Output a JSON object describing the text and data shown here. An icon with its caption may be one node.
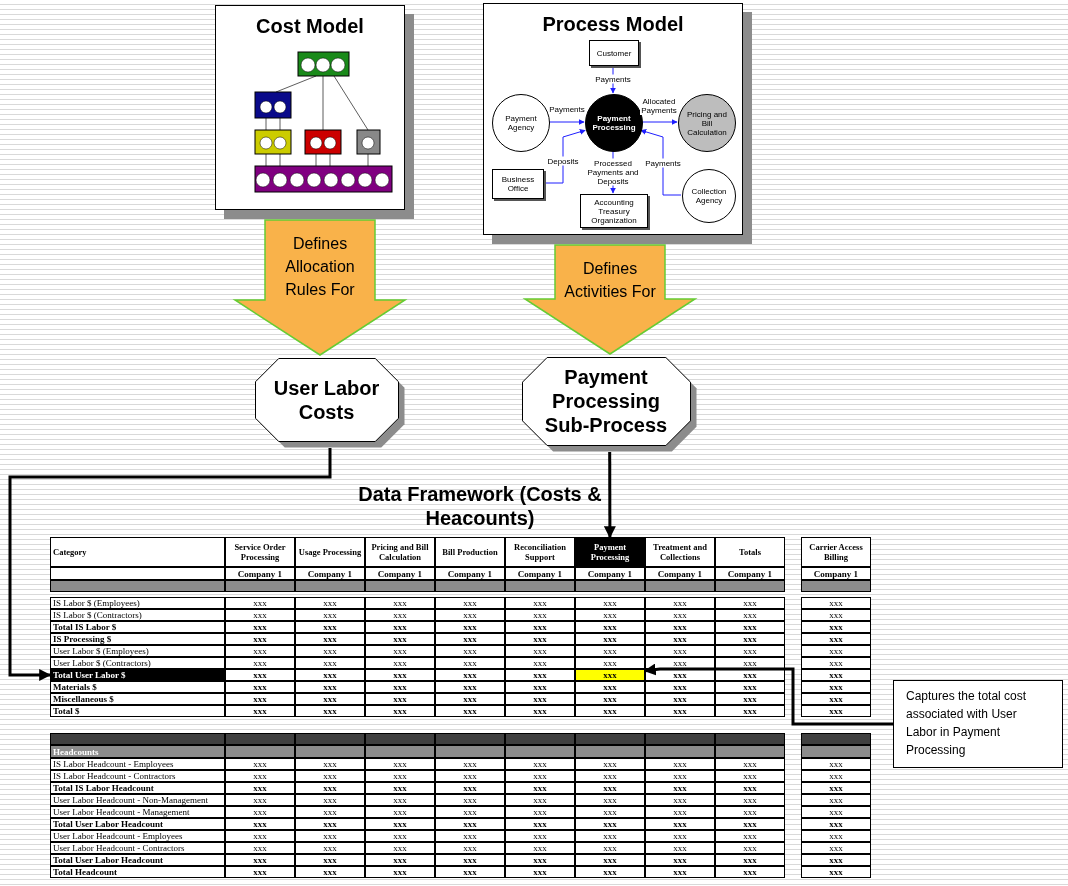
{
  "diagram": {
    "nodes": [
      {
        "text": [
          "Cost Model"
        ]
      },
      {
        "text": [
          "Process Model"
        ]
      },
      {
        "text": [
          "Customer"
        ],
        "in": 1
      },
      {
        "text": [
          "Payment Agency"
        ],
        "in": 1
      },
      {
        "text": [
          "Payment Processing"
        ],
        "in": 1
      },
      {
        "text": [
          "Pricing and Bill Calculation"
        ],
        "in": 1
      },
      {
        "text": [
          "Business Office"
        ],
        "in": 1
      },
      {
        "text": [
          "Accounting Treasury Organization"
        ],
        "in": 1
      },
      {
        "text": [
          "Collection Agency"
        ],
        "in": 1
      },
      {
        "text": [
          "User Labor Costs"
        ]
      },
      {
        "text": [
          "Payment Processing Sub-Process"
        ]
      },
      {
        "text": [
          "Total User Labor $"
        ]
      },
      {
        "text": [
          "Category"
        ]
      },
      {
        "text": [
          "Service Order Processing"
        ]
      },
      {
        "text": [
          "Usage Processing"
        ]
      },
      {
        "text": [
          "Pricing and Bill Calculation"
        ]
      },
      {
        "text": [
          "Bill Production"
        ]
      },
      {
        "text": [
          "Reconciliation Support"
        ]
      },
      {
        "text": [
          "Payment Processing"
        ]
      },
      {
        "text": [
          "Treatment and Collections"
        ]
      },
      {
        "text": [
          "Totals"
        ]
      },
      {
        "text": [
          "Carrier Access Billing"
        ]
      },
      {
        "text": [
          "xxx"
        ]
      },
      {
        "text": [
          "Captures the total cost associated with User Labor in Payment Processing"
        ]
      }
    ],
    "edges": [
      {
        "from": 2,
        "to": 4,
        "arrow": "to",
        "label": "Payments"
      },
      {
        "from": 3,
        "to": 4,
        "arrow": "to",
        "label": "Payments"
      },
      {
        "from": 4,
        "to": 5,
        "arrow": "to",
        "label": "Allocated Payments"
      },
      {
        "from": 6,
        "to": 4,
        "arrow": "to",
        "label": "Deposits"
      },
      {
        "from": 4,
        "to": 7,
        "arrow": "to",
        "label": "Processed Payments and Deposits"
      },
      {
        "from": 8,
        "to": 4,
        "arrow": "to",
        "label": "Payments"
      },
      {
        "from": 9,
        "to": 11,
        "arrow": "to",
        "style": "thick",
        "color": "#000000"
      },
      {
        "from": 10,
        "to": 18,
        "arrow": "to",
        "style": "thick",
        "color": "#000000"
      },
      {
        "from": 23,
        "to": 22,
        "arrow": "to",
        "style": "thick",
        "color": "#000000"
      },
      {
        "from": 0,
        "to": 9,
        "arrow": "to",
        "label": "Defines Allocation Rules For",
        "style": "thick",
        "color": "#f9b24a"
      },
      {
        "from": 1,
        "to": 10,
        "arrow": "to",
        "label": "Defines Activities For",
        "style": "thick",
        "color": "#f9b24a"
      }
    ],
    "labels": [
      "Data Framework (Costs & Heacounts)",
      "Company 1",
      "Company 1",
      "Company 1",
      "Company 1",
      "Company 1",
      "Company 1",
      "Company 1",
      "Company 1",
      "Company 1",
      "IS Labor $ (Employees)",
      "xxx",
      "xxx",
      "xxx",
      "xxx",
      "xxx",
      "xxx",
      "xxx",
      "xxx",
      "xxx",
      "IS Labor $ (Contractors)",
      "xxx",
      "xxx",
      "xxx",
      "xxx",
      "xxx",
      "xxx",
      "xxx",
      "xxx",
      "xxx",
      "Total IS Labor $",
      "xxx",
      "xxx",
      "xxx",
      "xxx",
      "xxx",
      "xxx",
      "xxx",
      "xxx",
      "xxx",
      "IS Processing $",
      "xxx",
      "xxx",
      "xxx",
      "xxx",
      "xxx",
      "xxx",
      "xxx",
      "xxx",
      "xxx",
      "User Labor $ (Employees)",
      "xxx",
      "xxx",
      "xxx",
      "xxx",
      "xxx",
      "xxx",
      "xxx",
      "xxx",
      "xxx",
      "User Labor $ (Contractors)",
      "xxx",
      "xxx",
      "xxx",
      "xxx",
      "xxx",
      "xxx",
      "xxx",
      "xxx",
      "xxx",
      "xxx",
      "xxx",
      "xxx",
      "xxx",
      "xxx",
      "xxx",
      "xxx",
      "xxx",
      "Materials $",
      "xxx",
      "xxx",
      "xxx",
      "xxx",
      "xxx",
      "xxx",
      "xxx",
      "xxx",
      "xxx",
      "Miscellaneous $",
      "xxx",
      "xxx",
      "xxx",
      "xxx",
      "xxx",
      "xxx",
      "xxx",
      "xxx",
      "xxx",
      "Total $",
      "xxx",
      "xxx",
      "xxx",
      "xxx",
      "xxx",
      "xxx",
      "xxx",
      "xxx",
      "xxx",
      "Headcounts",
      "IS Labor Headcount - Employees",
      "xxx",
      "xxx",
      "xxx",
      "xxx",
      "xxx",
      "xxx",
      "xxx",
      "xxx",
      "xxx",
      "IS Labor Headcount - Contractors",
      "xxx",
      "xxx",
      "xxx",
      "xxx",
      "xxx",
      "xxx",
      "xxx",
      "xxx",
      "xxx",
      "Total IS Labor Headcount",
      "xxx",
      "xxx",
      "xxx",
      "xxx",
      "xxx",
      "xxx",
      "xxx",
      "xxx",
      "xxx",
      "User Labor Headcount - Non-Management",
      "xxx",
      "xxx",
      "xxx",
      "xxx",
      "xxx",
      "xxx",
      "xxx",
      "xxx",
      "xxx",
      "User Labor Headcount - Management",
      "xxx",
      "xxx",
      "xxx",
      "xxx",
      "xxx",
      "xxx",
      "xxx",
      "xxx",
      "xxx",
      "Total User Labor Headcount",
      "xxx",
      "xxx",
      "xxx",
      "xxx",
      "xxx",
      "xxx",
      "xxx",
      "xxx",
      "xxx",
      "User Labor Headcount - Employees",
      "xxx",
      "xxx",
      "xxx",
      "xxx",
      "xxx",
      "xxx",
      "xxx",
      "xxx",
      "xxx",
      "User Labor Headcount - Contractors",
      "xxx",
      "xxx",
      "xxx",
      "xxx",
      "xxx",
      "xxx",
      "xxx",
      "xxx",
      "xxx",
      "Total User Labor Headcount",
      "xxx",
      "xxx",
      "xxx",
      "xxx",
      "xxx",
      "xxx",
      "xxx",
      "xxx",
      "xxx",
      "Total Headcount",
      "xxx",
      "xxx",
      "xxx",
      "xxx",
      "xxx",
      "xxx",
      "xxx",
      "xxx",
      "xxx"
    ]
  }
}
